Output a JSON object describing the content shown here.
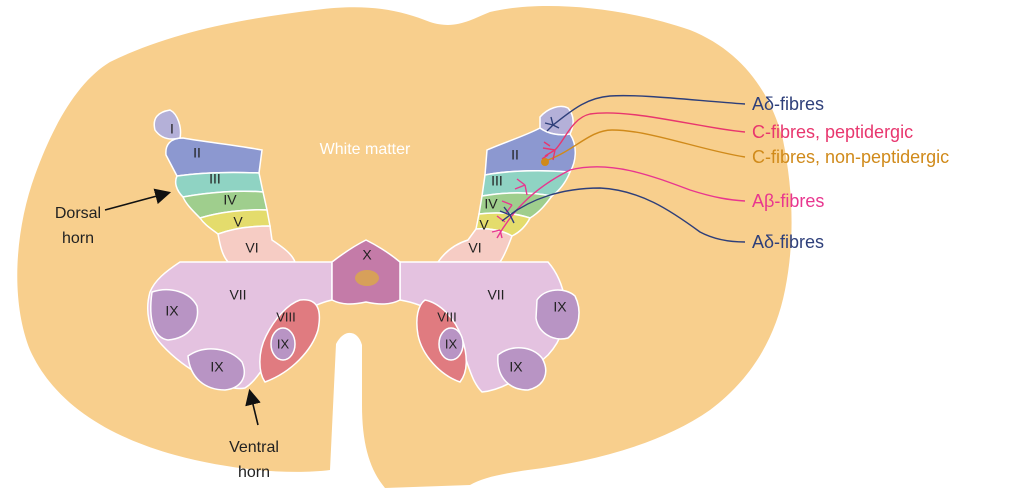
{
  "diagram": {
    "white_matter_label": "White matter",
    "dorsal_horn_label": [
      "Dorsal",
      "horn"
    ],
    "ventral_horn_label": [
      "Ventral",
      "horn"
    ],
    "laminae": {
      "I": "I",
      "II": "II",
      "III": "III",
      "IV": "IV",
      "V": "V",
      "VI": "VI",
      "VII": "VII",
      "VIII": "VIII",
      "IX": "IX",
      "X": "X"
    },
    "fibres": [
      {
        "label": "Aδ-fibres",
        "color": "#2e3f7a"
      },
      {
        "label": "C-fibres, peptidergic",
        "color": "#e8366e"
      },
      {
        "label": "C-fibres, non-peptidergic",
        "color": "#d08a1a"
      },
      {
        "label": "Aβ-fibres",
        "color": "#e8368f"
      },
      {
        "label": "Aδ-fibres",
        "color": "#2e3f7a"
      }
    ],
    "colors": {
      "white_matter": "#f8cf8d",
      "lamina_I": "#b4b0d8",
      "lamina_II": "#8c98d0",
      "lamina_III": "#8fd3c3",
      "lamina_IV": "#9fce8d",
      "lamina_V": "#e4dc6c",
      "lamina_VI": "#f6ccc4",
      "lamina_VII": "#e4c2e0",
      "lamina_VIII": "#e07b80",
      "lamina_IX": "#b894c4",
      "lamina_X": "#c47ba8",
      "central_canal": "#d7a05a"
    }
  }
}
